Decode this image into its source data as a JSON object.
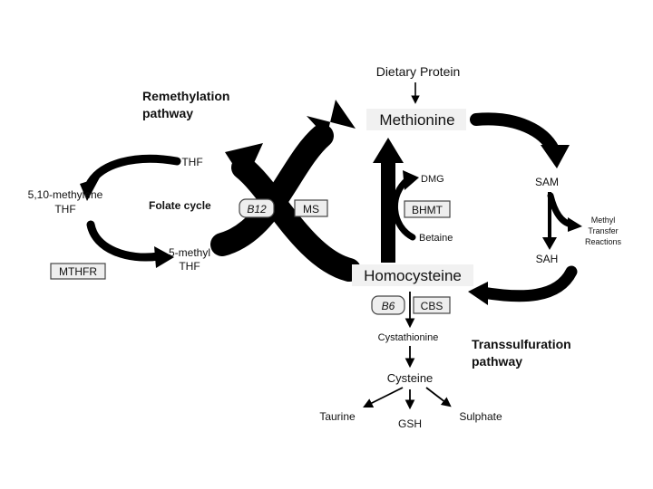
{
  "diagram": {
    "headings": {
      "remethylation_line1": "Remethylation",
      "remethylation_line2": "pathway",
      "transsulfuration_line1": "Transsulfuration",
      "transsulfuration_line2": "pathway"
    },
    "nodes": {
      "dietary_protein": "Dietary Protein",
      "methionine": "Methionine",
      "homocysteine": "Homocysteine",
      "thf": "THF",
      "methylene_thf_line1": "5,10-methylene",
      "methylene_thf_line2": "THF",
      "methyl_thf_line1": "5-methyl",
      "methyl_thf_line2": "THF",
      "folate_cycle": "Folate cycle",
      "dmg": "DMG",
      "betaine": "Betaine",
      "sam": "SAM",
      "sah": "SAH",
      "methyl_transfer_line1": "Methyl",
      "methyl_transfer_line2": "Transfer",
      "methyl_transfer_line3": "Reactions",
      "cystathionine": "Cystathionine",
      "cysteine": "Cysteine",
      "taurine": "Taurine",
      "gsh": "GSH",
      "sulphate": "Sulphate"
    },
    "enzymes": {
      "mthfr": "MTHFR",
      "ms": "MS",
      "bhmt": "BHMT",
      "cbs": "CBS"
    },
    "cofactors": {
      "b12": "B12",
      "b6": "B6"
    },
    "colors": {
      "arrow": "#000000",
      "box_fill": "#eeeeee",
      "box_stroke": "#444444"
    }
  }
}
